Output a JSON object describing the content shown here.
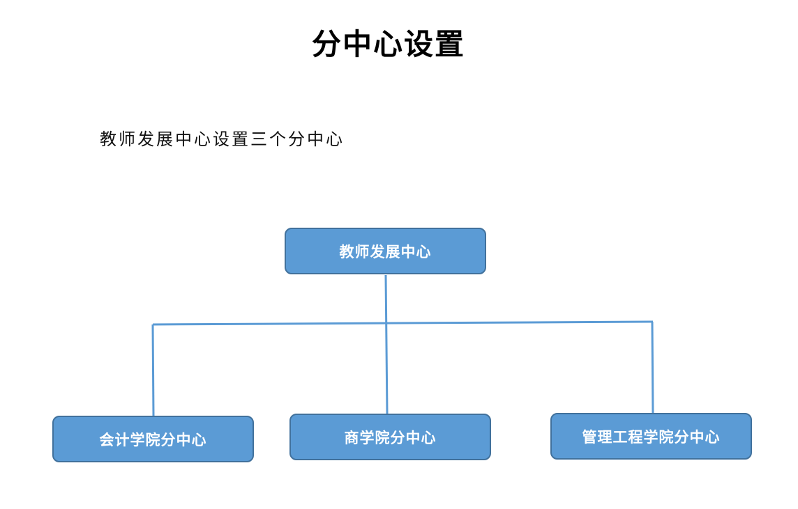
{
  "page": {
    "title": "分中心设置",
    "intro": "教师发展中心设置三个分中心"
  },
  "diagram": {
    "root": {
      "label": "教师发展中心"
    },
    "children": [
      {
        "label": "会计学院分中心"
      },
      {
        "label": "商学院分中心"
      },
      {
        "label": "管理工程学院分中心"
      }
    ],
    "colors": {
      "node_fill": "#5b9bd5",
      "node_border": "#41719c",
      "connector": "#5b9bd5",
      "node_text": "#ffffff"
    }
  }
}
